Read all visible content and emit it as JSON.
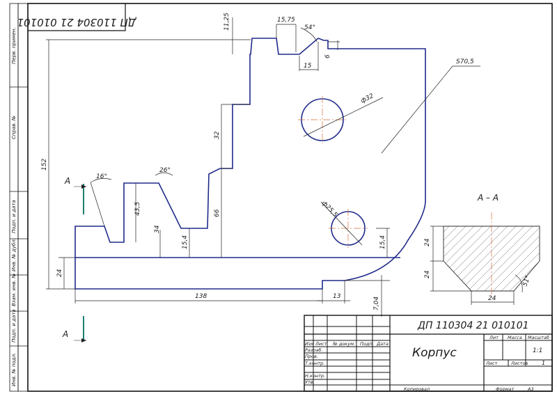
{
  "stamp": {
    "designation": "ДП 110304 21 010101"
  },
  "sidebar": {
    "labels": [
      "Перв. примен.",
      "Справ. №",
      "Подп. и дата",
      "Инв. № дубл.",
      "Взам. инв. №",
      "Подп. и дата",
      "Инв. № подл."
    ]
  },
  "dimensions": {
    "d_11_25": "11,25",
    "d_15_75": "15,75",
    "d_54deg": "54°",
    "d_15": "15",
    "d_6": "6",
    "d_s70_5": "S70,5",
    "d_phi32": "ф32",
    "d_152": "152",
    "d_32": "32",
    "d_16deg": "16°",
    "d_26deg": "26°",
    "d_43_5": "43,5",
    "d_34": "34",
    "d_15_4a": "15,4",
    "d_66": "66",
    "d_phi25_5": "ф25,5",
    "d_15_4b": "15,4",
    "d_24": "24",
    "d_138": "138",
    "d_13": "13",
    "d_7_04": "7,04"
  },
  "section_view": {
    "title": "А – А",
    "dim_top_24": "24",
    "dim_side_24": "24",
    "dim_bottom_24": "24",
    "angle_51": "51°"
  },
  "view_marks": {
    "top": "А",
    "bottom": "А"
  },
  "title_block": {
    "designation": "ДП 110304 21 010101",
    "part_name": "Корпус",
    "col_headers": [
      "Изм",
      "Лист",
      "№ докум.",
      "Подп.",
      "Дата"
    ],
    "row_labels": [
      "Разраб.",
      "Пров.",
      "Т.контр.",
      "",
      "Н.контр.",
      "Утв."
    ],
    "lit_header": "Лит",
    "mass_header": "Масса",
    "scale_header": "Масштаб",
    "scale_value": "1:1",
    "sheet_label": "Лист",
    "sheets_label": "Листов",
    "sheets_value": "1",
    "copied_label": "Копировал",
    "format_label": "Формат",
    "format_value": "А3"
  }
}
